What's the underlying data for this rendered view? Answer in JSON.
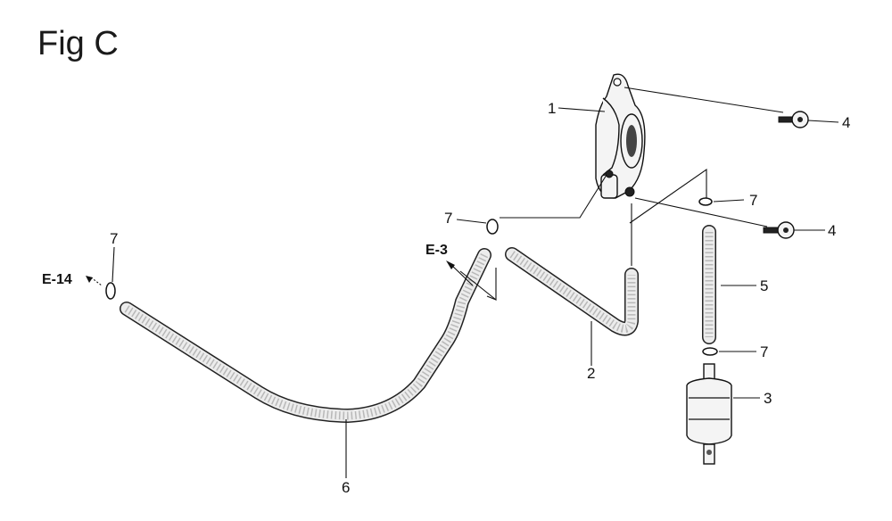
{
  "figure": {
    "title": "Fig C"
  },
  "labels": {
    "pump": "1",
    "hose_2": "2",
    "fuel_filter": "3",
    "screw_upper": "4",
    "screw_lower": "4",
    "hose_5": "5",
    "hose_6": "6",
    "clip_upper_right": "7",
    "clip_mid_left": "7",
    "clip_far_left": "7",
    "clip_lower_right": "7"
  },
  "references": {
    "left": "E-14",
    "middle": "E-3"
  }
}
